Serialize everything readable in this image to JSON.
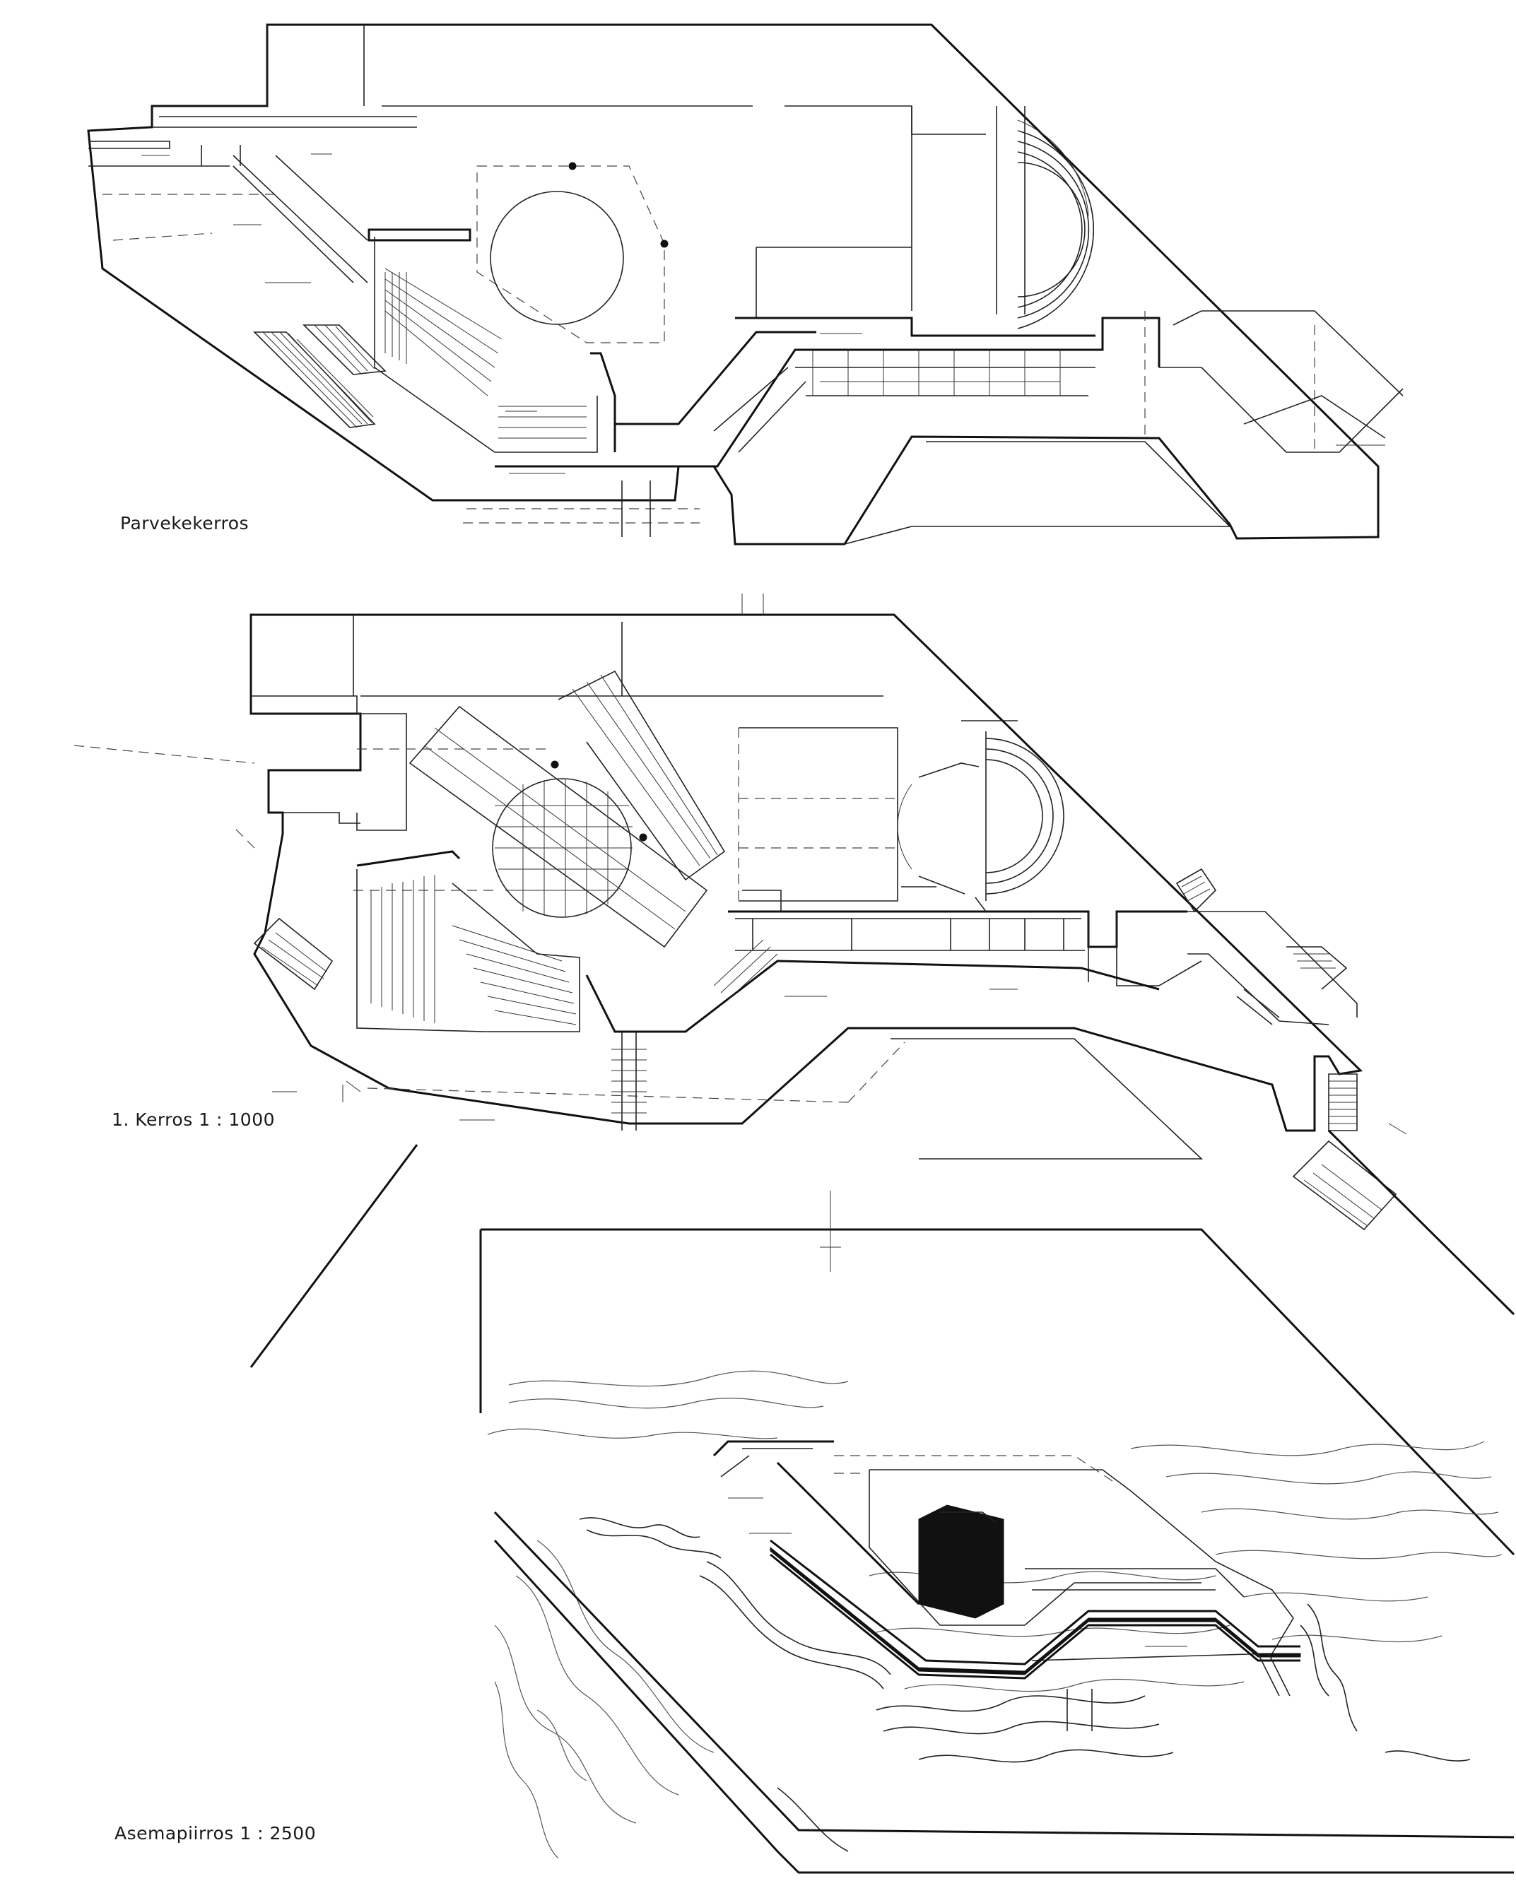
{
  "plans": {
    "balcony_floor": {
      "title": "Parvekekerros"
    },
    "first_floor": {
      "title": "1. Kerros 1 : 1000"
    },
    "site_plan": {
      "title": "Asemapiirros 1 : 2500"
    }
  },
  "colors": {
    "ink": "#111111",
    "paper": "#ffffff"
  }
}
